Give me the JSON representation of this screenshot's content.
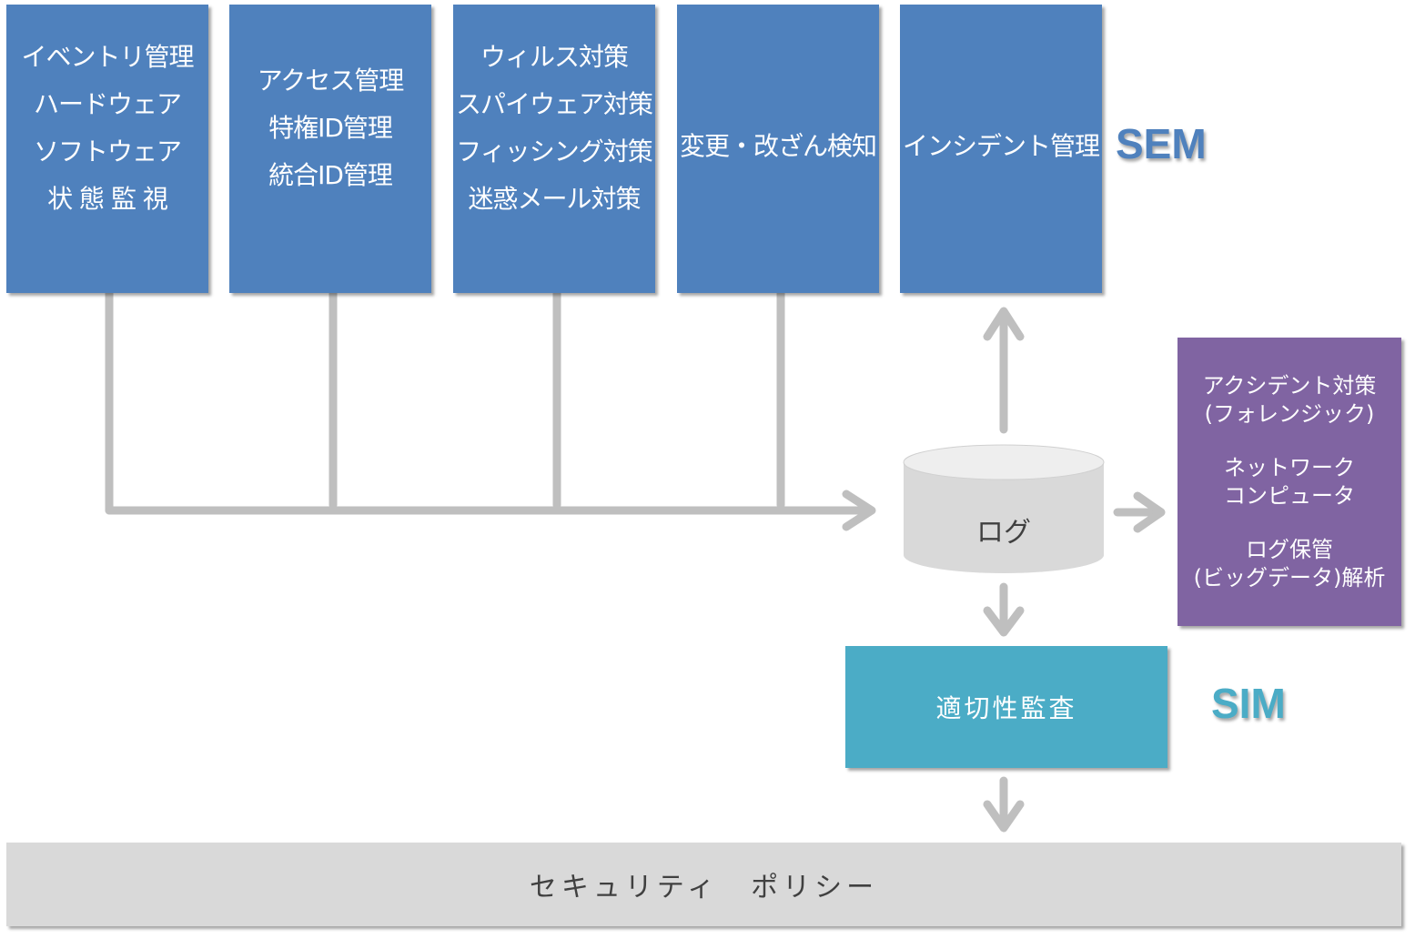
{
  "colors": {
    "top_box": "#4f81bd",
    "analysis_box": "#8064a2",
    "sim_box": "#4bacc6",
    "policy_bar": "#d9d9d9",
    "arrow": "#bfbfbf",
    "sem_label": "#4f81bd",
    "sim_label": "#4bacc6"
  },
  "boxes": [
    {
      "lines": [
        "イベントリ管理",
        "ハードウェア",
        "ソフトウェア",
        "状 態 監 視"
      ]
    },
    {
      "lines": [
        "アクセス管理",
        "特権ID管理",
        "統合ID管理"
      ]
    },
    {
      "lines": [
        "ウィルス対策",
        "スパイウェア対策",
        "フィッシング対策",
        "迷惑メール対策"
      ]
    },
    {
      "lines": [
        "変更・改ざん検知"
      ]
    },
    {
      "lines": [
        "インシデント管理"
      ]
    }
  ],
  "sem_label": "SEM",
  "log_label": "ログ",
  "analysis": {
    "groups": [
      [
        "アクシデント対策",
        "(フォレンジック)"
      ],
      [
        "ネットワーク",
        "コンピュータ"
      ],
      [
        "ログ保管",
        "(ビッグデータ)解析"
      ]
    ]
  },
  "audit_label": "適切性監査",
  "sim_label": "SIM",
  "policy_label": "セキュリティ　ポリシー"
}
